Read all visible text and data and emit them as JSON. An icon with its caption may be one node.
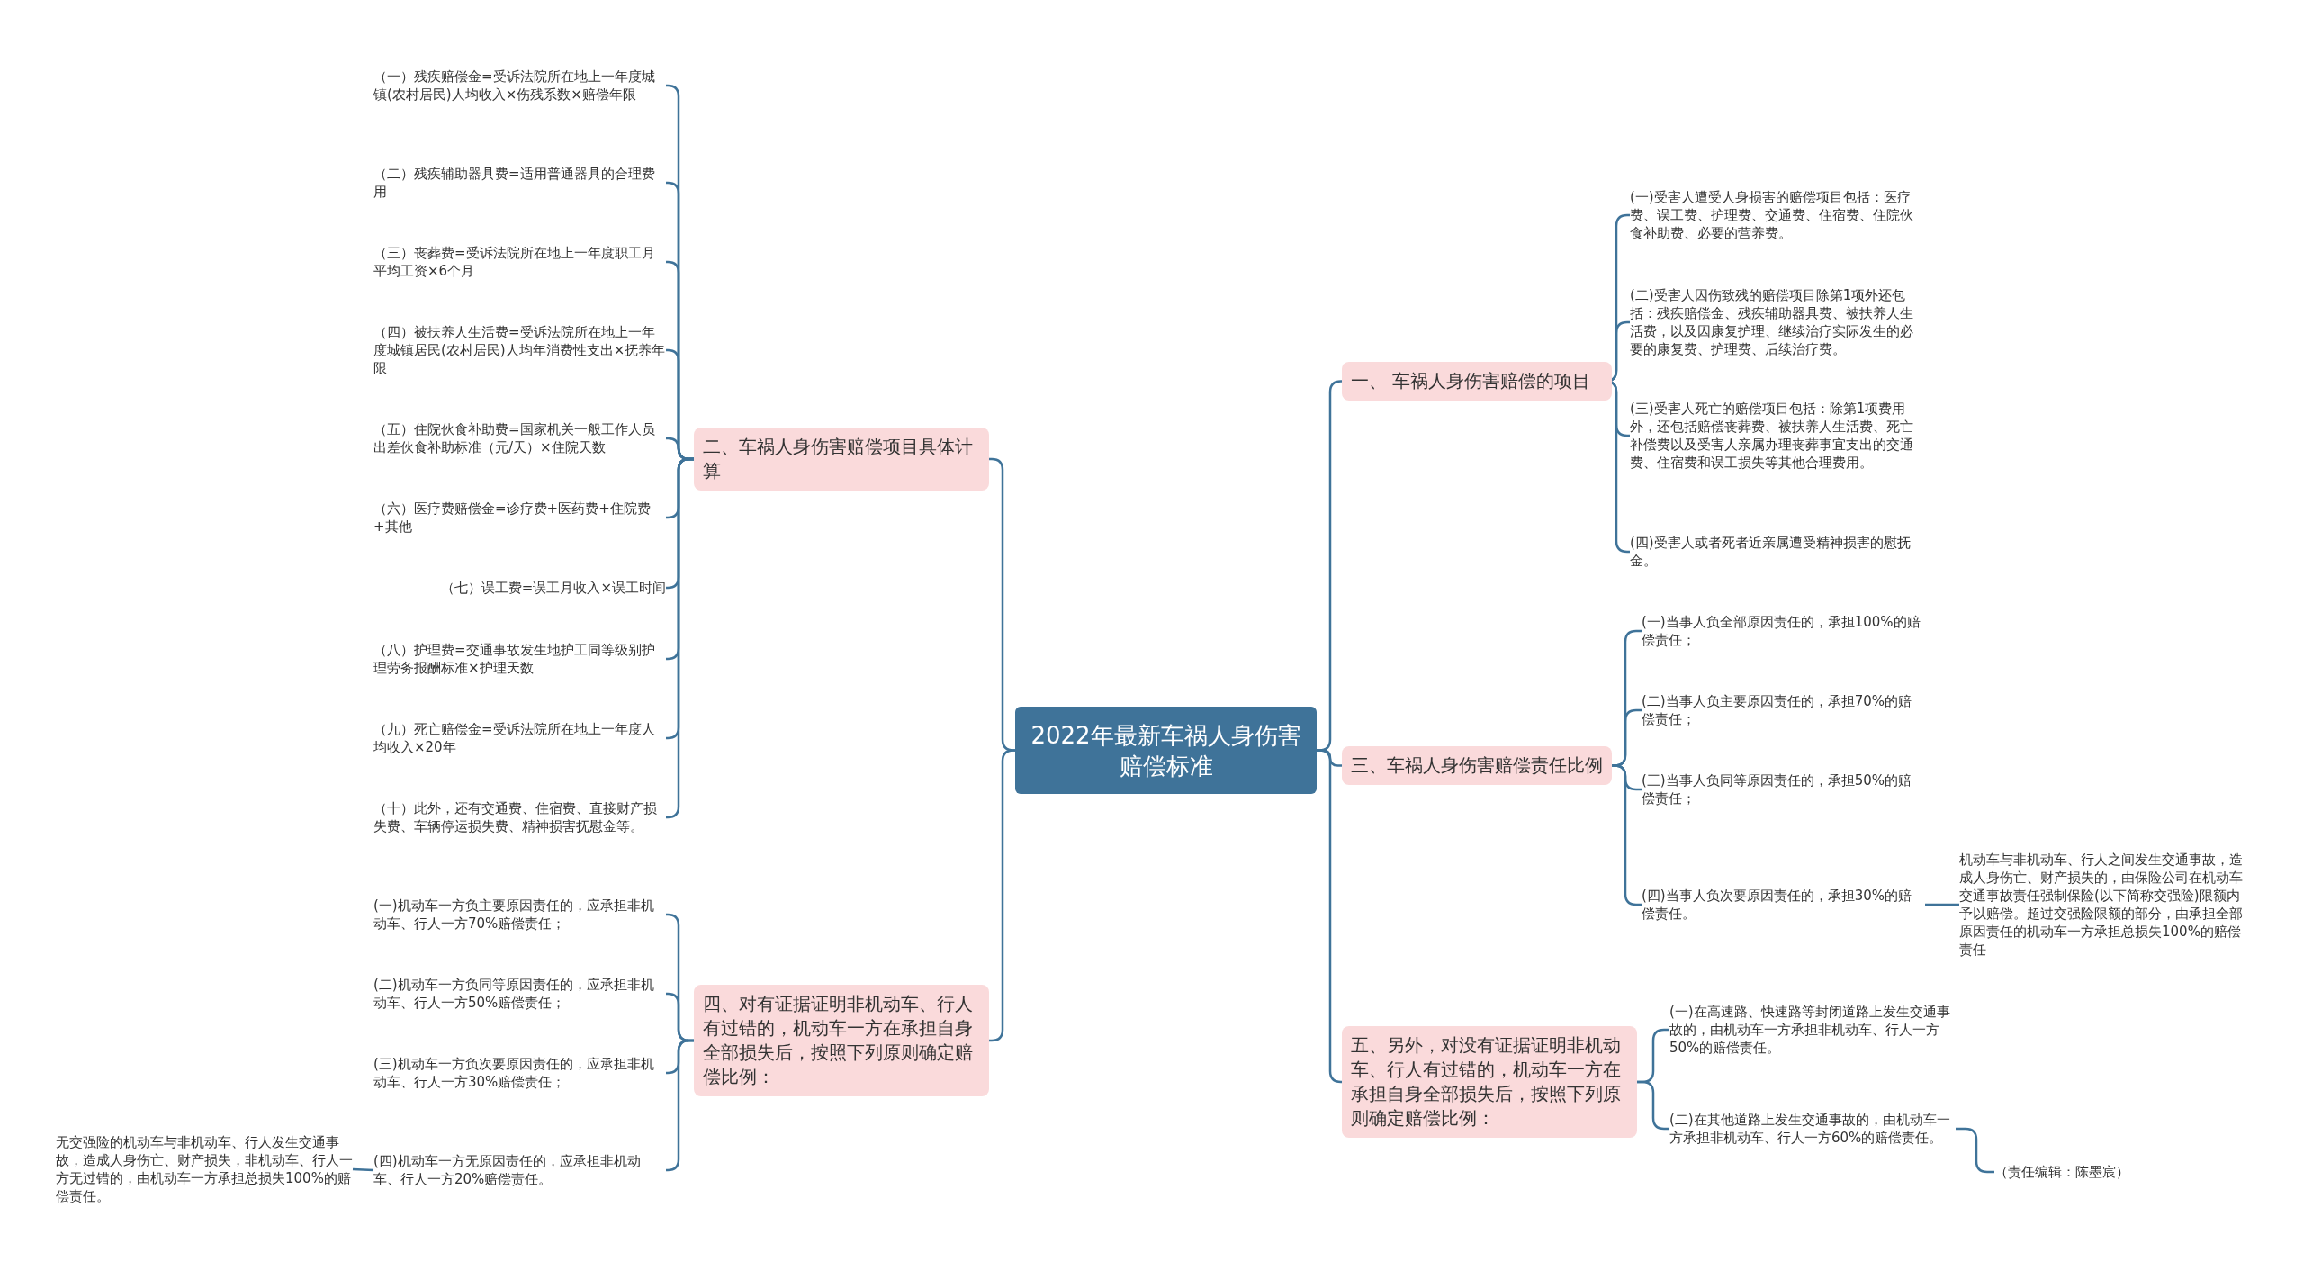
{
  "diagram": {
    "nodes": [
      {
        "text": [
          "2022年最新车祸人身伤害赔偿标准"
        ]
      },
      {
        "text": [
          "二、车祸人身伤害赔偿项目具体计算"
        ]
      },
      {
        "text": [
          "（一）残疾赔偿金=受诉法院所在地上一年度城镇(农村居民)人均收入×伤残系数×赔偿年限"
        ]
      },
      {
        "text": [
          "（二）残疾辅助器具费=适用普通器具的合理费用"
        ]
      },
      {
        "text": [
          "（三）丧葬费=受诉法院所在地上一年度职工月平均工资×6个月"
        ]
      },
      {
        "text": [
          "（四）被扶养人生活费=受诉法院所在地上一年度城镇居民(农村居民)人均年消费性支出×抚养年限"
        ]
      },
      {
        "text": [
          "（五）住院伙食补助费=国家机关一般工作人员出差伙食补助标准（元/天）×住院天数"
        ]
      },
      {
        "text": [
          "（六）医疗费赔偿金=诊疗费+医药费+住院费+其他"
        ]
      },
      {
        "text": [
          "（七）误工费=误工月收入×误工时间"
        ]
      },
      {
        "text": [
          "（八）护理费=交通事故发生地护工同等级别护理劳务报酬标准×护理天数"
        ]
      },
      {
        "text": [
          "（九）死亡赔偿金=受诉法院所在地上一年度人均收入×20年"
        ]
      },
      {
        "text": [
          "（十）此外，还有交通费、住宿费、直接财产损失费、车辆停运损失费、精神损害抚慰金等。"
        ]
      },
      {
        "text": [
          "四、对有证据证明非机动车、行人有过错的，机动车一方在承担自身全部损失后，按照下列原则确定赔偿比例："
        ]
      },
      {
        "text": [
          "(一)机动车一方负主要原因责任的，应承担非机动车、行人一方70%赔偿责任；"
        ]
      },
      {
        "text": [
          "(二)机动车一方负同等原因责任的，应承担非机动车、行人一方50%赔偿责任；"
        ]
      },
      {
        "text": [
          "(三)机动车一方负次要原因责任的，应承担非机动车、行人一方30%赔偿责任；"
        ]
      },
      {
        "text": [
          "(四)机动车一方无原因责任的，应承担非机动车、行人一方20%赔偿责任。"
        ]
      },
      {
        "text": [
          "无交强险的机动车与非机动车、行人发生交通事故，造成人身伤亡、财产损失，非机动车、行人一方无过错的，由机动车一方承担总损失100%的赔偿责任。"
        ]
      },
      {
        "text": [
          "一、 车祸人身伤害赔偿的项目"
        ]
      },
      {
        "text": [
          "(一)受害人遭受人身损害的赔偿项目包括：医疗费、误工费、护理费、交通费、住宿费、住院伙食补助费、必要的营养费。"
        ]
      },
      {
        "text": [
          "(二)受害人因伤致残的赔偿项目除第1项外还包括：残疾赔偿金、残疾辅助器具费、被扶养人生活费，以及因康复护理、继续治疗实际发生的必要的康复费、护理费、后续治疗费。"
        ]
      },
      {
        "text": [
          "(三)受害人死亡的赔偿项目包括：除第1项费用外，还包括赔偿丧葬费、被扶养人生活费、死亡补偿费以及受害人亲属办理丧葬事宜支出的交通费、住宿费和误工损失等其他合理费用。"
        ]
      },
      {
        "text": [
          "(四)受害人或者死者近亲属遭受精神损害的慰抚金。"
        ]
      },
      {
        "text": [
          "三、车祸人身伤害赔偿责任比例"
        ]
      },
      {
        "text": [
          "(一)当事人负全部原因责任的，承担100%的赔偿责任；"
        ]
      },
      {
        "text": [
          "(二)当事人负主要原因责任的，承担70%的赔偿责任；"
        ]
      },
      {
        "text": [
          "(三)当事人负同等原因责任的，承担50%的赔偿责任；"
        ]
      },
      {
        "text": [
          "(四)当事人负次要原因责任的，承担30%的赔偿责任。"
        ]
      },
      {
        "text": [
          "机动车与非机动车、行人之间发生交通事故，造成人身伤亡、财产损失的，由保险公司在机动车交通事故责任强制保险(以下简称交强险)限额内予以赔偿。超过交强险限额的部分，由承担全部原因责任的机动车一方承担总损失100%的赔偿责任"
        ]
      },
      {
        "text": [
          "五、另外，对没有证据证明非机动车、行人有过错的，机动车一方在承担自身全部损失后，按照下列原则确定赔偿比例："
        ]
      },
      {
        "text": [
          "(一)在高速路、快速路等封闭道路上发生交通事故的，由机动车一方承担非机动车、行人一方50%的赔偿责任。"
        ]
      },
      {
        "text": [
          "(二)在其他道路上发生交通事故的，由机动车一方承担非机动车、行人一方60%的赔偿责任。"
        ]
      },
      {
        "text": [
          "（责任编辑：陈墨宸）"
        ]
      }
    ],
    "edges": [
      {
        "from": 0,
        "to": 1,
        "arrow": "none"
      },
      {
        "from": 1,
        "to": 2,
        "arrow": "none"
      },
      {
        "from": 1,
        "to": 3,
        "arrow": "none"
      },
      {
        "from": 1,
        "to": 4,
        "arrow": "none"
      },
      {
        "from": 1,
        "to": 5,
        "arrow": "none"
      },
      {
        "from": 1,
        "to": 6,
        "arrow": "none"
      },
      {
        "from": 1,
        "to": 7,
        "arrow": "none"
      },
      {
        "from": 1,
        "to": 8,
        "arrow": "none"
      },
      {
        "from": 1,
        "to": 9,
        "arrow": "none"
      },
      {
        "from": 1,
        "to": 10,
        "arrow": "none"
      },
      {
        "from": 1,
        "to": 11,
        "arrow": "none"
      },
      {
        "from": 0,
        "to": 12,
        "arrow": "none"
      },
      {
        "from": 12,
        "to": 13,
        "arrow": "none"
      },
      {
        "from": 12,
        "to": 14,
        "arrow": "none"
      },
      {
        "from": 12,
        "to": 15,
        "arrow": "none"
      },
      {
        "from": 12,
        "to": 16,
        "arrow": "none"
      },
      {
        "from": 16,
        "to": 17,
        "arrow": "none"
      },
      {
        "from": 0,
        "to": 18,
        "arrow": "none"
      },
      {
        "from": 18,
        "to": 19,
        "arrow": "none"
      },
      {
        "from": 18,
        "to": 20,
        "arrow": "none"
      },
      {
        "from": 18,
        "to": 21,
        "arrow": "none"
      },
      {
        "from": 18,
        "to": 22,
        "arrow": "none"
      },
      {
        "from": 0,
        "to": 23,
        "arrow": "none"
      },
      {
        "from": 23,
        "to": 24,
        "arrow": "none"
      },
      {
        "from": 23,
        "to": 25,
        "arrow": "none"
      },
      {
        "from": 23,
        "to": 26,
        "arrow": "none"
      },
      {
        "from": 23,
        "to": 27,
        "arrow": "none"
      },
      {
        "from": 27,
        "to": 28,
        "arrow": "none"
      },
      {
        "from": 0,
        "to": 29,
        "arrow": "none"
      },
      {
        "from": 29,
        "to": 30,
        "arrow": "none"
      },
      {
        "from": 29,
        "to": 31,
        "arrow": "none"
      },
      {
        "from": 31,
        "to": 32,
        "arrow": "none"
      }
    ]
  }
}
